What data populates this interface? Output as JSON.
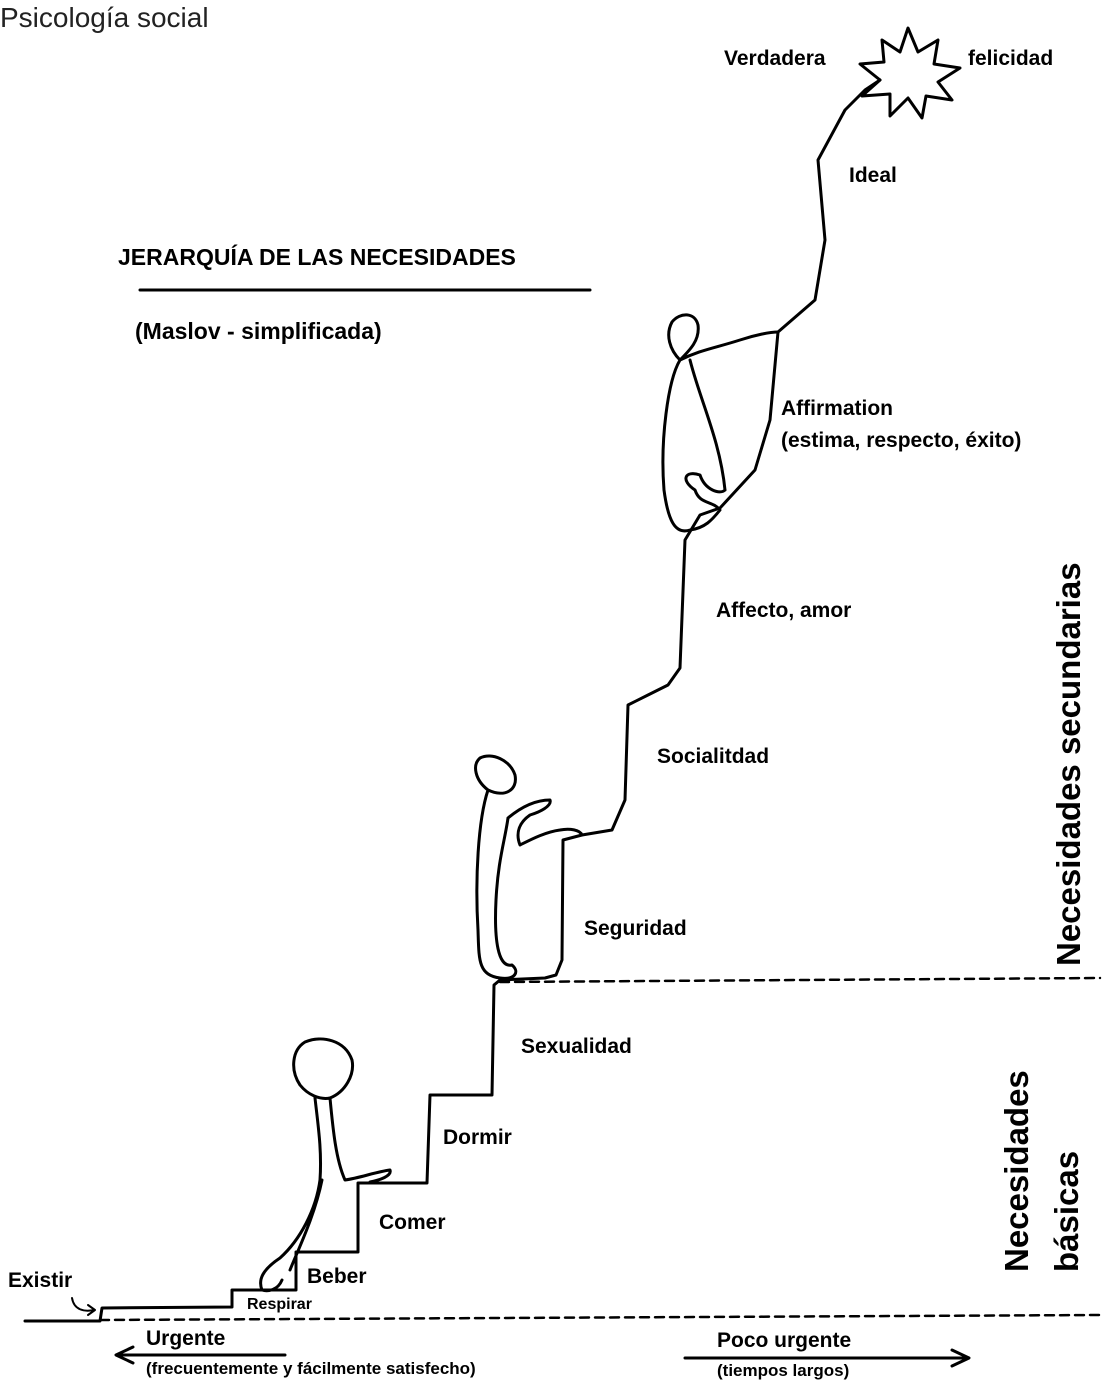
{
  "header": {
    "text": "Psicología social"
  },
  "diagram": {
    "title": "JERARQUÍA DE LAS NECESIDADES",
    "subtitle": "(Maslov - simplificada)",
    "top": {
      "left": "Verdadera",
      "right": "felicidad"
    },
    "levels": {
      "ideal": "Ideal",
      "affirmation": "Affirmation",
      "affirmation_detail": "(estima, respecto, éxito)",
      "afecto": "Affecto, amor",
      "socialidad": "Socialitdad",
      "seguridad": "Seguridad",
      "sexualidad": "Sexualidad",
      "dormir": "Dormir",
      "comer": "Comer",
      "beber": "Beber",
      "respirar": "Respirar",
      "existir": "Existir"
    },
    "side_labels": {
      "secundarias": "Necesidades  secundarias",
      "basicas_1": "Necesidades",
      "basicas_2": "básicas"
    },
    "axis": {
      "left_main": "Urgente",
      "left_sub": "(frecuentemente y fácilmente satisfecho)",
      "right_main": "Poco urgente",
      "right_sub": "(tiempos largos)"
    }
  }
}
